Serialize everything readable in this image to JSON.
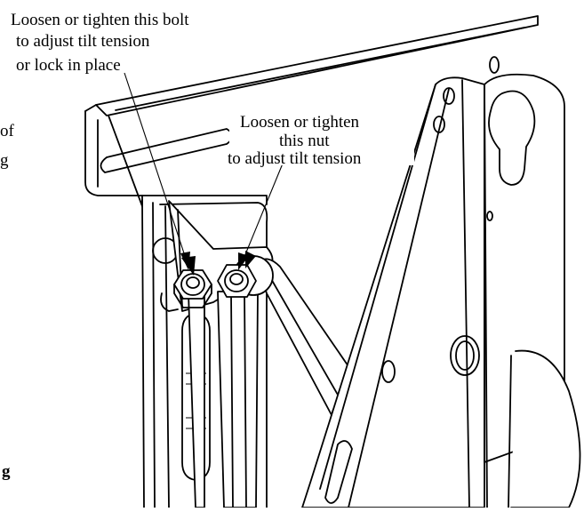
{
  "diagram": {
    "callout_bolt": {
      "lines": [
        "Loosen or tighten this bolt",
        "to adjust tilt tension",
        "or lock in place"
      ]
    },
    "callout_nut": {
      "lines": [
        "Loosen or tighten",
        "this nut",
        "to adjust tilt tension"
      ]
    },
    "cropped_left_text": {
      "line1": "of",
      "line2": "g",
      "line3": "g"
    },
    "colors": {
      "ink": "#000000",
      "paper": "#ffffff"
    }
  }
}
